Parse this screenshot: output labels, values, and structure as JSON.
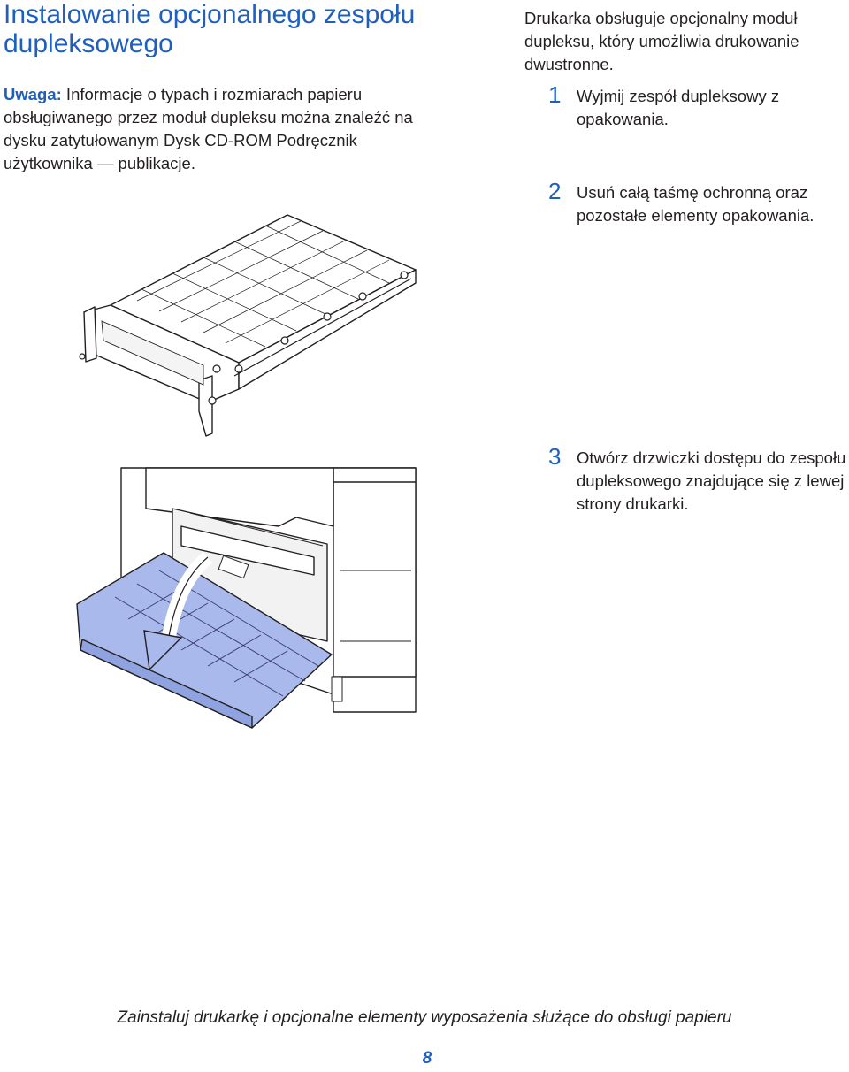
{
  "page": {
    "title": "Instalowanie opcjonalnego zespołu dupleksowego",
    "note": {
      "label": "Uwaga:",
      "text": " Informacje o typach i rozmiarach papieru obsługiwanego przez moduł dupleksu można znaleźć na dysku zatytułowanym Dysk CD-ROM Podręcznik użytkownika — publikacje."
    },
    "intro": "Drukarka obsługuje opcjonalny moduł dupleksu, który umożliwia drukowanie dwustronne.",
    "steps": [
      {
        "number": "1",
        "text": "Wyjmij zespół dupleksowy z opakowania."
      },
      {
        "number": "2",
        "text": "Usuń całą taśmę ochronną oraz pozostałe elementy opakowania."
      },
      {
        "number": "3",
        "text": "Otwórz drzwiczki dostępu do zespołu dupleksowego znajdujące się z lewej strony drukarki."
      }
    ],
    "footer": "Zainstaluj drukarkę i opcjonalne elementy wyposażenia służące do obsługi papieru",
    "page_number": "8"
  },
  "colors": {
    "accent": "#1f5fbf",
    "text": "#231f20",
    "door_fill": "#a9b9ec"
  }
}
